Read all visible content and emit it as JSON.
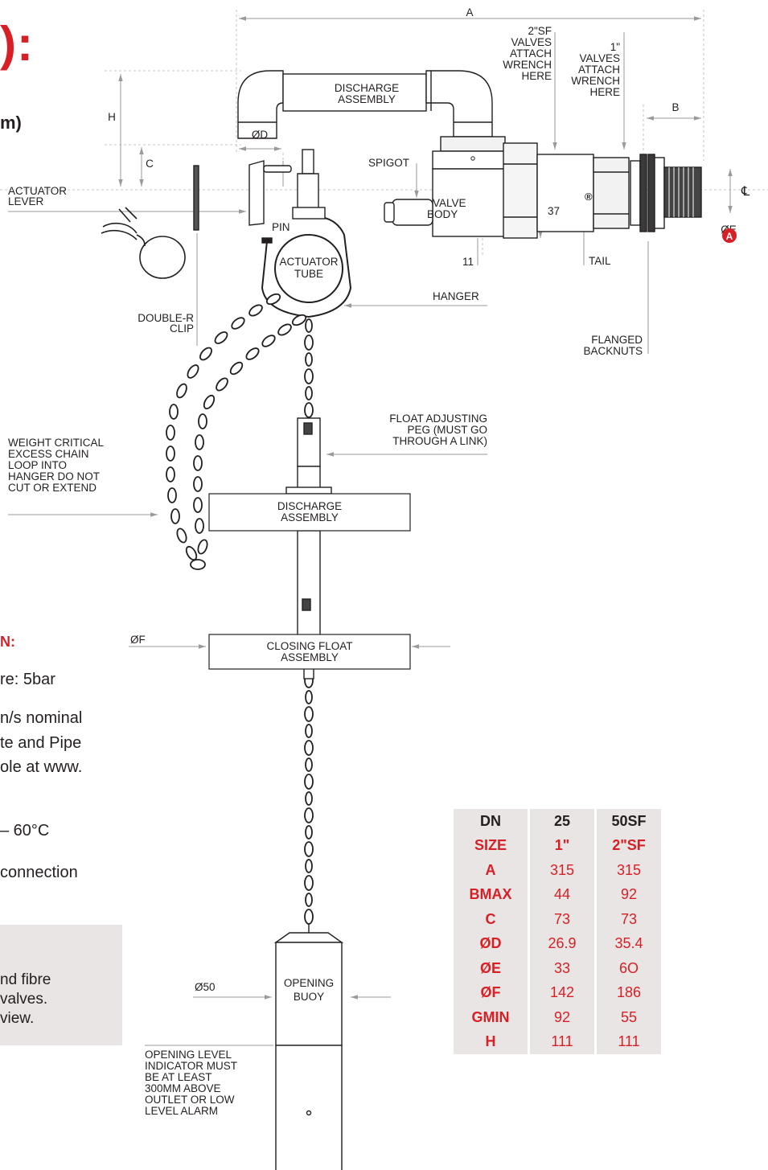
{
  "heading": {
    "partial_title": "):",
    "partial_subtitle": "m)"
  },
  "notes_heading": "N:",
  "spec_lines": [
    "re: 5bar",
    "n/s nominal",
    "te and Pipe",
    "ole at www.",
    "– 60°C",
    "connection"
  ],
  "note_box": [
    "nd fibre",
    "valves.",
    "view."
  ],
  "labels": {
    "a": "A",
    "b": "B",
    "c": "C",
    "h": "H",
    "od": "ØD",
    "oe": "ØE",
    "of": "ØF",
    "o50": "Ø50",
    "dim_37": "37",
    "dim_11": "11",
    "circle_a": "A",
    "centerline": "℄",
    "r_mark": "®",
    "actuator_lever": [
      "ACTUATOR",
      "LEVER"
    ],
    "discharge_top": [
      "DISCHARGE",
      "ASSEMBLY"
    ],
    "valves_2sf": [
      "2\"SF",
      "VALVES",
      "ATTACH",
      "WRENCH",
      "HERE"
    ],
    "valves_1": [
      "1\"",
      "VALVES",
      "ATTACH",
      "WRENCH",
      "HERE"
    ],
    "spigot": "SPIGOT",
    "valve_body": [
      "VALVE",
      "BODY"
    ],
    "pin": "PIN",
    "actuator_tube": [
      "ACTUATOR",
      "TUBE"
    ],
    "tail": "TAIL",
    "hanger": "HANGER",
    "double_r_clip": [
      "DOUBLE-R",
      "CLIP"
    ],
    "flanged_backnuts": [
      "FLANGED",
      "BACKNUTS"
    ],
    "float_peg": [
      "FLOAT ADJUSTING",
      "PEG (MUST GO",
      "THROUGH A LINK)"
    ],
    "weight_critical": [
      "WEIGHT CRITICAL",
      "EXCESS CHAIN",
      "LOOP INTO",
      "HANGER DO NOT",
      "CUT OR EXTEND"
    ],
    "discharge_mid": [
      "DISCHARGE",
      "ASSEMBLY"
    ],
    "closing_float": [
      "CLOSING FLOAT",
      "ASSEMBLY"
    ],
    "opening_buoy": [
      "OPENING",
      "BUOY"
    ],
    "opening_level": [
      "OPENING LEVEL",
      "INDICATOR MUST",
      "BE AT LEAST",
      "300MM ABOVE",
      "OUTLET OR LOW",
      "LEVEL ALARM"
    ]
  },
  "table": {
    "header": [
      "DN",
      "25",
      "50SF"
    ],
    "size_row": [
      "SIZE",
      "1\"",
      "2\"SF"
    ],
    "rows": [
      [
        "A",
        "315",
        "315"
      ],
      [
        "BMAX",
        "44",
        "92"
      ],
      [
        "C",
        "73",
        "73"
      ],
      [
        "ØD",
        "26.9",
        "35.4"
      ],
      [
        "ØE",
        "33",
        "6O"
      ],
      [
        "ØF",
        "142",
        "186"
      ],
      [
        "GMIN",
        "92",
        "55"
      ],
      [
        "H",
        "111",
        "111"
      ]
    ]
  },
  "colors": {
    "accent_red": "#d71f26",
    "table_bg": "#e9e5e4",
    "text": "#231f20",
    "dim_line": "#9a9a9a"
  }
}
